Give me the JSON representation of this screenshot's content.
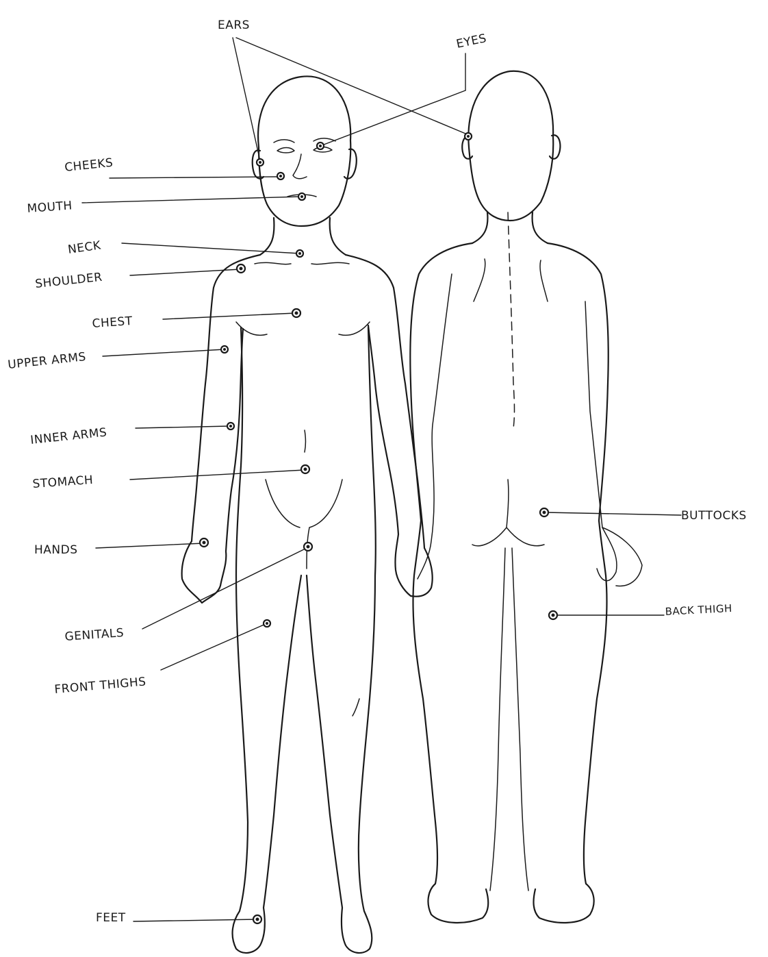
{
  "diagram": {
    "labels": {
      "ears": "EARS",
      "eyes": "EYES",
      "cheeks": "CHEEKS",
      "mouth": "MOUTH",
      "neck": "NECK",
      "shoulder": "SHOULDER",
      "chest": "CHEST",
      "upper_arms": "UPPER ARMS",
      "inner_arms": "INNER ARMS",
      "stomach": "STOMACH",
      "hands": "HANDS",
      "genitals": "GENITALS",
      "front_thighs": "FRONT THIGHS",
      "feet": "FEET",
      "buttocks": "BUTTOCKS",
      "back_thigh": "BACK THIGH"
    },
    "figures": [
      "front-view",
      "back-view"
    ],
    "colors": {
      "ink": "#1a1a1a",
      "paper": "#ffffff"
    }
  }
}
